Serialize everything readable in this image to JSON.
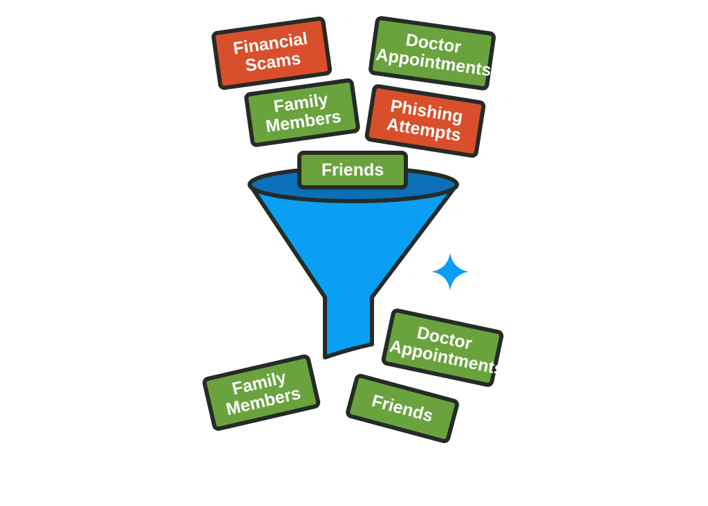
{
  "colors": {
    "safe": "#6aa33e",
    "threat": "#d94f2b",
    "funnel": "#0a9ef5",
    "outline": "#252b26"
  },
  "incoming": [
    {
      "label": "Financial Scams",
      "type": "threat"
    },
    {
      "label": "Doctor Appointments",
      "type": "safe"
    },
    {
      "label": "Family Members",
      "type": "safe"
    },
    {
      "label": "Phishing Attempts",
      "type": "threat"
    },
    {
      "label": "Friends",
      "type": "safe"
    }
  ],
  "outgoing": [
    {
      "label": "Doctor Appointments",
      "type": "safe"
    },
    {
      "label": "Family Members",
      "type": "safe"
    },
    {
      "label": "Friends",
      "type": "safe"
    }
  ],
  "icons": {
    "funnel": "funnel-icon",
    "sparkle": "sparkle-icon"
  }
}
